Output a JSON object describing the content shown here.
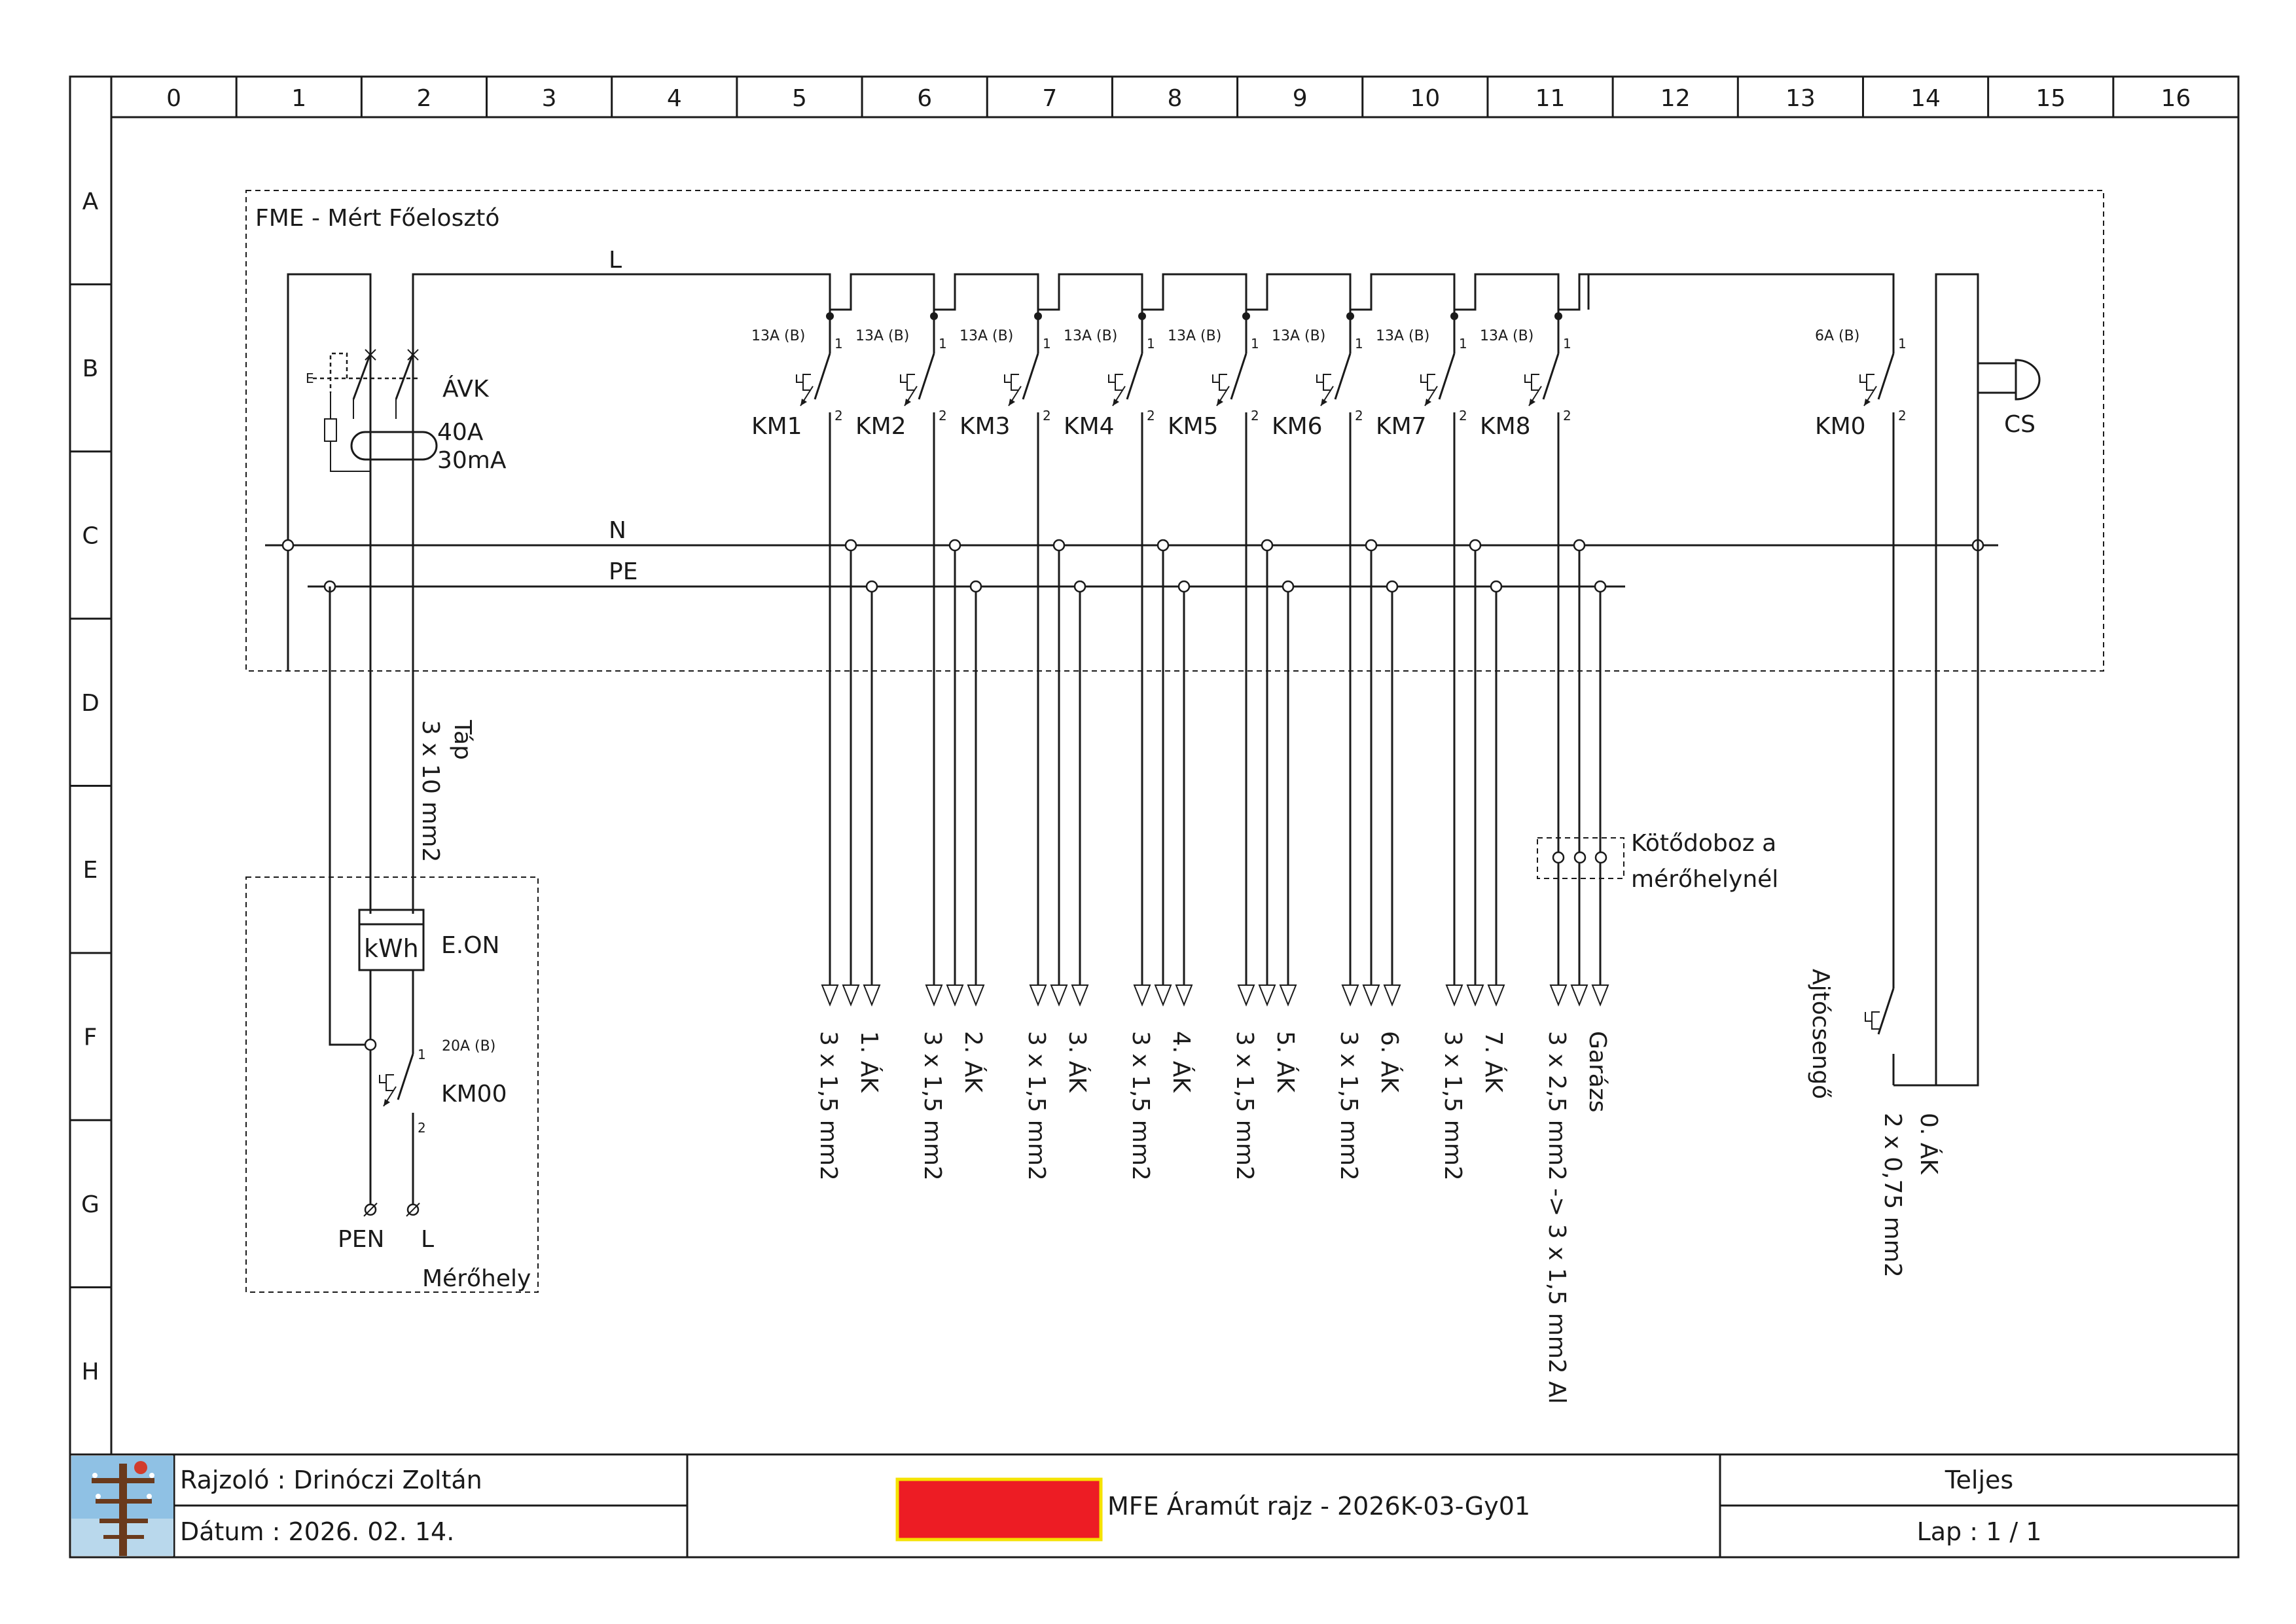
{
  "grid": {
    "columns": [
      "0",
      "1",
      "2",
      "3",
      "4",
      "5",
      "6",
      "7",
      "8",
      "9",
      "10",
      "11",
      "12",
      "13",
      "14",
      "15",
      "16"
    ],
    "rows": [
      "A",
      "B",
      "C",
      "D",
      "E",
      "F",
      "G",
      "H"
    ]
  },
  "panel": {
    "title": "FME - Mért Főelosztó",
    "bus_l": "L",
    "bus_n": "N",
    "bus_pe": "PE",
    "rcd": {
      "name": "ÁVK",
      "current": "40A",
      "sensitivity": "30mA"
    },
    "bell": {
      "name": "CS"
    },
    "breakers": [
      {
        "name": "KM1",
        "rating": "13A (B)",
        "in": "1",
        "out": "2"
      },
      {
        "name": "KM2",
        "rating": "13A (B)",
        "in": "1",
        "out": "2"
      },
      {
        "name": "KM3",
        "rating": "13A (B)",
        "in": "1",
        "out": "2"
      },
      {
        "name": "KM4",
        "rating": "13A (B)",
        "in": "1",
        "out": "2"
      },
      {
        "name": "KM5",
        "rating": "13A (B)",
        "in": "1",
        "out": "2"
      },
      {
        "name": "KM6",
        "rating": "13A (B)",
        "in": "1",
        "out": "2"
      },
      {
        "name": "KM7",
        "rating": "13A (B)",
        "in": "1",
        "out": "2"
      },
      {
        "name": "KM8",
        "rating": "13A (B)",
        "in": "1",
        "out": "2"
      },
      {
        "name": "KM0",
        "rating": "6A (B)",
        "in": "1",
        "out": "2"
      }
    ]
  },
  "circuits": [
    {
      "name": "1. ÁK",
      "cable": "3 x 1,5 mm2"
    },
    {
      "name": "2. ÁK",
      "cable": "3 x 1,5 mm2"
    },
    {
      "name": "3. ÁK",
      "cable": "3 x 1,5 mm2"
    },
    {
      "name": "4. ÁK",
      "cable": "3 x 1,5 mm2"
    },
    {
      "name": "5. ÁK",
      "cable": "3 x 1,5 mm2"
    },
    {
      "name": "6. ÁK",
      "cable": "3 x 1,5 mm2"
    },
    {
      "name": "7. ÁK",
      "cable": "3 x 1,5 mm2"
    },
    {
      "name": "Garázs",
      "cable": "3 x 2,5 mm2 -> 3 x 1,5 mm2 Al"
    }
  ],
  "junction_box": {
    "line1": "Kötődoboz a",
    "line2": "mérőhelynél"
  },
  "doorbell": {
    "button": "Ajtócsengő",
    "name": "0. ÁK",
    "cable": "2 x 0,75  mm2"
  },
  "supply": {
    "name": "Táp",
    "cable": "3 x 10 mm2"
  },
  "meter_point": {
    "title": "Mérőhely",
    "meter": "kWh",
    "provider": "E.ON",
    "main_breaker": {
      "name": "KM00",
      "rating": "20A (B)",
      "in": "1",
      "out": "2"
    },
    "terminal_pen": "PEN",
    "terminal_l": "L"
  },
  "title_block": {
    "drawer": "Rajzoló : Drinóczi Zoltán",
    "date": "Dátum : 2026. 02. 14.",
    "title": "MFE Áramút rajz - 2026K-03-Gy01",
    "status": "Teljes",
    "sheet": "Lap : 1 / 1",
    "redaction_color": "#ed1c24",
    "redaction_border": "#f5e200"
  }
}
